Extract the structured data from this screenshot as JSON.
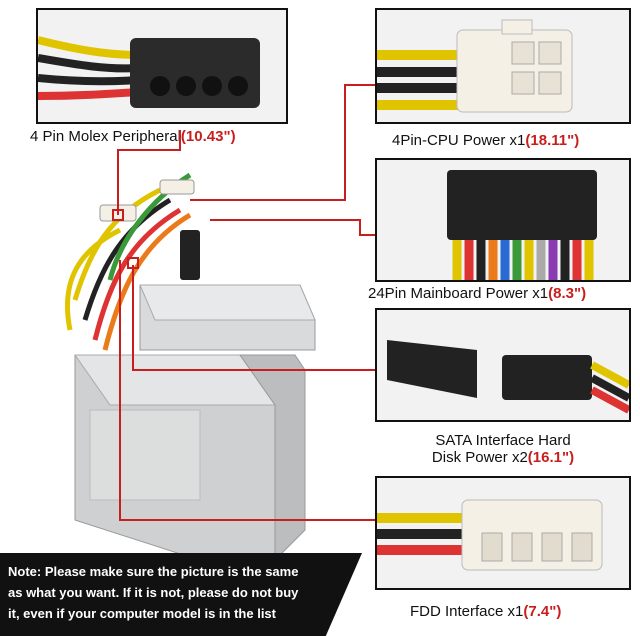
{
  "labels": {
    "molex": {
      "name": "4 Pin Molex Peripheral",
      "length": "(10.43\")"
    },
    "cpu": {
      "name": "4Pin-CPU Power x1",
      "length": "(18.11\")"
    },
    "mainboard": {
      "name": "24Pin Mainboard Power x1",
      "length": "(8.3\")"
    },
    "sata": {
      "line1": "SATA Interface Hard",
      "line2": "Disk Power x2",
      "length": "(16.1\")"
    },
    "fdd": {
      "name": "FDD Interface x1",
      "length": "(7.4\")"
    }
  },
  "note": {
    "line1": "Note: Please make sure the picture is the same",
    "line2": "as what you want. If it is not, please do not buy",
    "line3": "it,  even if your computer model is in the list"
  },
  "colors": {
    "accent": "#c81e1e",
    "frame": "#111111",
    "note_bg": "#111111"
  }
}
